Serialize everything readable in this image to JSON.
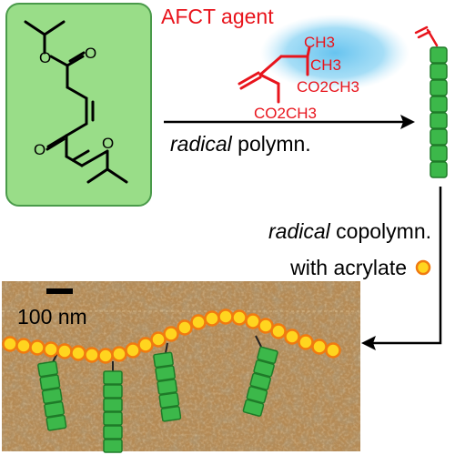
{
  "agent": {
    "label": "AFCT agent",
    "formula_ch3_a": "CH3",
    "formula_ch3_b": "CH3",
    "formula_co2ch3_a": "CO2CH3",
    "formula_co2ch3_b": "CO2CH3"
  },
  "arrow1": {
    "label_italic": "radical",
    "label_rest": " polymn."
  },
  "arrow2": {
    "line1_italic": "radical",
    "line1_rest": " copolymn.",
    "line2": "with acrylate"
  },
  "afm": {
    "scale_label": "100 nm"
  },
  "colors": {
    "monomer_box": "#99dd88",
    "monomer_box_border": "#4a9a4a",
    "agent_red": "#e8141c",
    "highlight_blue": "#5fc0ee",
    "green_segment": "#3cb84a",
    "green_segment_border": "#1f7a28",
    "yellow_bead": "#ffd51f",
    "orange_bead_border": "#f07a10",
    "afm_base": "#b48a55"
  },
  "icons": {
    "acrylate_bead": "yellow-circle",
    "polymer_chain": "green-segment-stack"
  }
}
